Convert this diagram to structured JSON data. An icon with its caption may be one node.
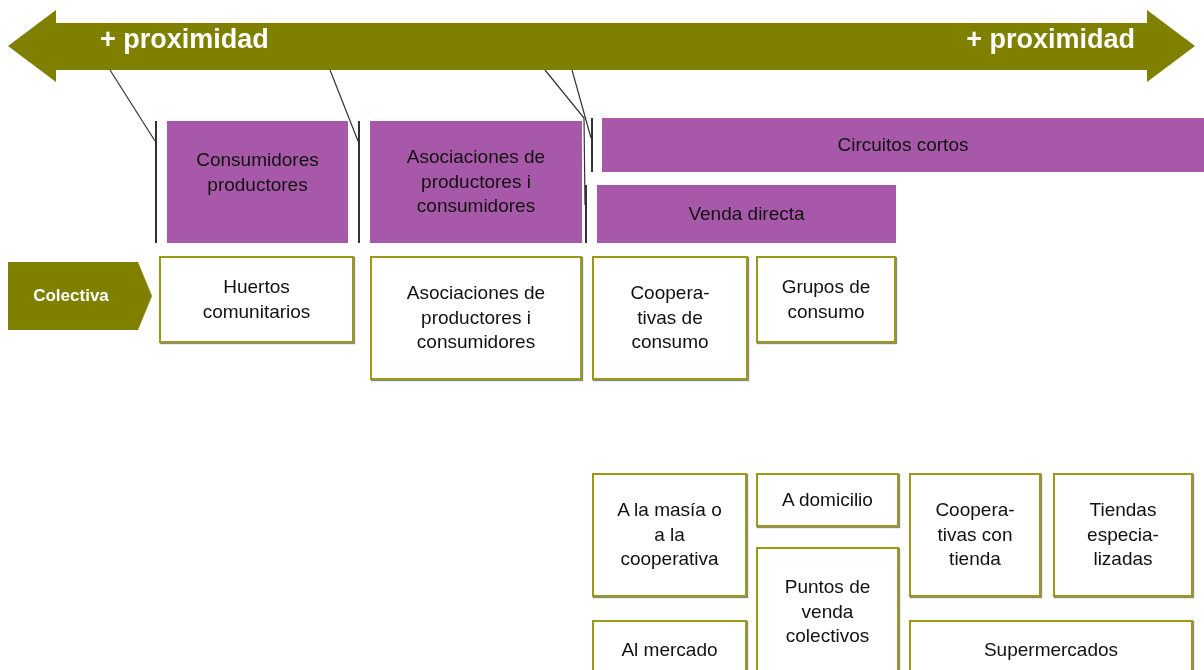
{
  "diagram": {
    "nodes": [
      {
        "text": [
          "+ proximidad",
          "+ proximidad"
        ]
      },
      {
        "text": [],
        "shape": "bar"
      },
      {
        "text": [
          "Consumidores productores"
        ]
      },
      {
        "text": [],
        "shape": "bar"
      },
      {
        "text": [
          "Asociaciones de productores i consumidores"
        ]
      },
      {
        "text": [],
        "shape": "bar"
      },
      {
        "text": [
          "Circuitos cortos"
        ]
      },
      {
        "text": [],
        "shape": "bar"
      },
      {
        "text": [
          "Venda directa"
        ]
      },
      {
        "text": [
          "Colectiva"
        ]
      },
      {
        "text": [
          "Huertos comunitarios"
        ]
      },
      {
        "text": [
          "Asociaciones de productores i consumidores"
        ]
      },
      {
        "text": [
          "Coopera- tivas de consumo"
        ]
      },
      {
        "text": [
          "Grupos de consumo"
        ]
      },
      {
        "text": [
          "A la masía o a la cooperativa"
        ]
      },
      {
        "text": [
          "A domicilio"
        ]
      },
      {
        "text": [
          "Coopera- tivas con tienda"
        ]
      },
      {
        "text": [
          "Tiendas especia- lizadas"
        ]
      },
      {
        "text": [
          "Puntos de venda colectivos"
        ]
      },
      {
        "text": [
          "Al mercado"
        ]
      },
      {
        "text": [
          "Supermercados"
        ]
      }
    ],
    "edges": [
      {
        "from": 0,
        "to": 1,
        "arrow": "none"
      },
      {
        "from": 0,
        "to": 3,
        "arrow": "none"
      },
      {
        "from": 0,
        "to": 7,
        "arrow": "none"
      },
      {
        "from": 0,
        "to": 5,
        "arrow": "none"
      }
    ]
  }
}
